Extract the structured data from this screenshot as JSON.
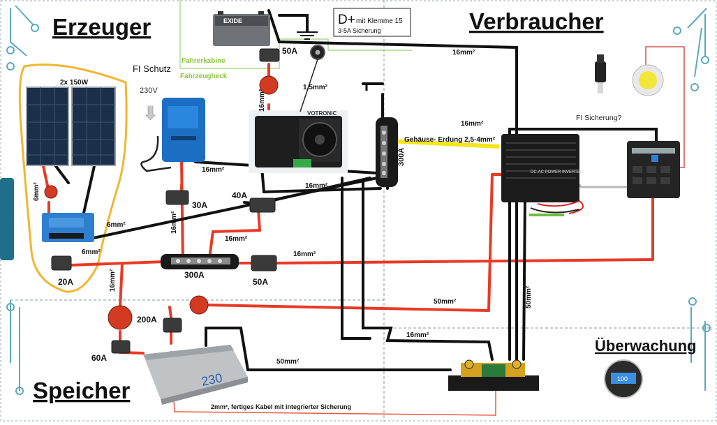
{
  "sections": {
    "erzeuger": "Erzeuger",
    "verbraucher": "Verbraucher",
    "speicher": "Speicher",
    "ueberwachung": "Überwachung"
  },
  "labels": {
    "solar": "2x 150W",
    "fi_schutz": "FI Schutz",
    "v230": "230V",
    "fahrerkabine": "Fahrerkabine",
    "fahrzeugheck": "Fahrzeugheck",
    "dplus_big": "D+",
    "dplus_small": "mit Klemme 15",
    "dplus_fuse": "3-5A Sicherung",
    "fi_sicherung": "FI Sicherung?",
    "gehaeuse_erdung": "Gehäuse- Erdung 2,5-4mm²",
    "kabel_note": "2mm², fertiges Kabel mit integrierter Sicherung",
    "busbar_v": "300A",
    "busbar_h": "300A",
    "battery_text": "230",
    "monitor_text": "100"
  },
  "fuses": {
    "f50a_top": "50A",
    "f30a": "30A",
    "f40a": "40A",
    "f20a": "20A",
    "f50a_mid": "50A",
    "f200a": "200A",
    "f60a": "60A"
  },
  "wires": {
    "w16_top": "16mm²",
    "w15": "1,5mm²",
    "w16_vert1": "16mm²",
    "w16_cable": "16mm²",
    "w16_charger": "16mm²",
    "w16_dcdc": "16mm²",
    "w6_panel": "6mm²",
    "w6_mppt": "6mm²",
    "w6_bus": "6mm²",
    "w16_vert2": "16mm²",
    "w16_40a": "16mm²",
    "w16_50a": "16mm²",
    "w16_left": "16mm²",
    "w50_mid": "50mm²",
    "w16_bottom": "16mm²",
    "w50_vert": "50mm²",
    "w50_bottom": "50mm²"
  }
}
